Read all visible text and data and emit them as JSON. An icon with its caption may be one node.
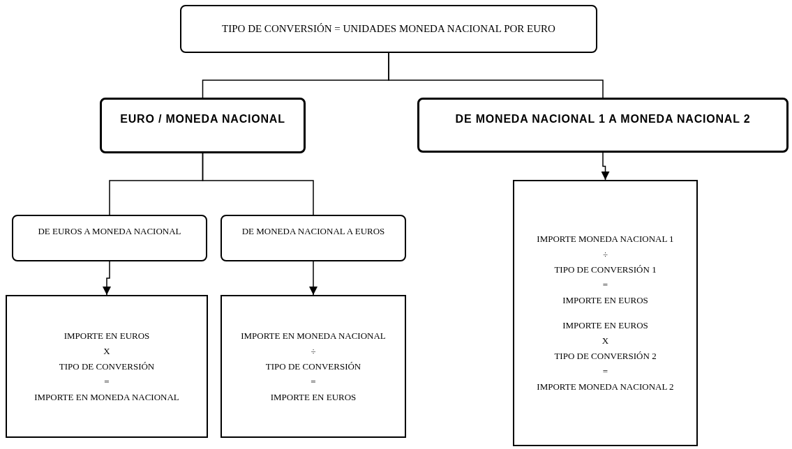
{
  "diagram": {
    "nodes": [
      {
        "text": [
          "TIPO DE CONVERSIÓN = UNIDADES MONEDA NACIONAL POR EURO"
        ]
      },
      {
        "text": [
          "EURO / MONEDA NACIONAL"
        ]
      },
      {
        "text": [
          "DE MONEDA NACIONAL 1 A MONEDA NACIONAL 2"
        ]
      },
      {
        "text": [
          "DE EUROS A MONEDA NACIONAL"
        ]
      },
      {
        "text": [
          "DE MONEDA NACIONAL A EUROS"
        ]
      },
      {
        "text": [
          "IMPORTE EN EUROS",
          "X",
          "TIPO DE CONVERSIÓN",
          "=",
          "IMPORTE EN MONEDA NACIONAL"
        ]
      },
      {
        "text": [
          "IMPORTE EN MONEDA NACIONAL",
          "÷",
          "TIPO DE CONVERSIÓN",
          "=",
          "IMPORTE EN EUROS"
        ]
      },
      {
        "text": [
          "IMPORTE MONEDA NACIONAL 1",
          "÷",
          "TIPO DE CONVERSIÓN 1",
          "=",
          "IMPORTE EN EUROS",
          "IMPORTE EN EUROS",
          "X",
          "TIPO DE CONVERSIÓN 2",
          "=",
          "IMPORTE MONEDA NACIONAL 2"
        ]
      }
    ],
    "edges": [
      {
        "from": 0,
        "to": 1,
        "arrow": "none"
      },
      {
        "from": 0,
        "to": 2,
        "arrow": "none"
      },
      {
        "from": 1,
        "to": 3,
        "arrow": "none"
      },
      {
        "from": 1,
        "to": 4,
        "arrow": "none"
      },
      {
        "from": 3,
        "to": 5,
        "arrow": "to"
      },
      {
        "from": 4,
        "to": 6,
        "arrow": "to"
      },
      {
        "from": 2,
        "to": 7,
        "arrow": "to"
      }
    ]
  }
}
